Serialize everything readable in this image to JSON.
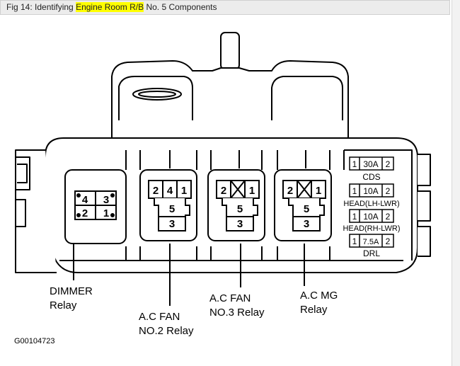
{
  "header": {
    "prefix": "Fig 14: Identifying ",
    "highlight": "Engine Room R/B",
    "suffix": " No. 5 Components"
  },
  "relays": {
    "dimmer": {
      "line1": "DIMMER",
      "line2": "Relay",
      "pins": [
        "4",
        "3",
        "2",
        "1"
      ]
    },
    "acfan2": {
      "line1": "A.C FAN",
      "line2": "NO.2 Relay",
      "top_pins": [
        "2",
        "4",
        "1"
      ],
      "mid": "5",
      "bot": "3"
    },
    "acfan3": {
      "line1": "A.C FAN",
      "line2": "NO.3 Relay",
      "top_pins": [
        "2",
        "1"
      ],
      "mid": "5",
      "bot": "3"
    },
    "acmg": {
      "line1": "A.C MG",
      "line2": "Relay",
      "top_pins": [
        "2",
        "1"
      ],
      "mid": "5",
      "bot": "3"
    }
  },
  "fuses": [
    {
      "left": "1",
      "rating": "30A",
      "right": "2",
      "name": "CDS"
    },
    {
      "left": "1",
      "rating": "10A",
      "right": "2",
      "name": "HEAD(LH-LWR)"
    },
    {
      "left": "1",
      "rating": "10A",
      "right": "2",
      "name": "HEAD(RH-LWR)"
    },
    {
      "left": "1",
      "rating": "7.5A",
      "right": "2",
      "name": "DRL"
    }
  ],
  "figure_code": "G00104723"
}
